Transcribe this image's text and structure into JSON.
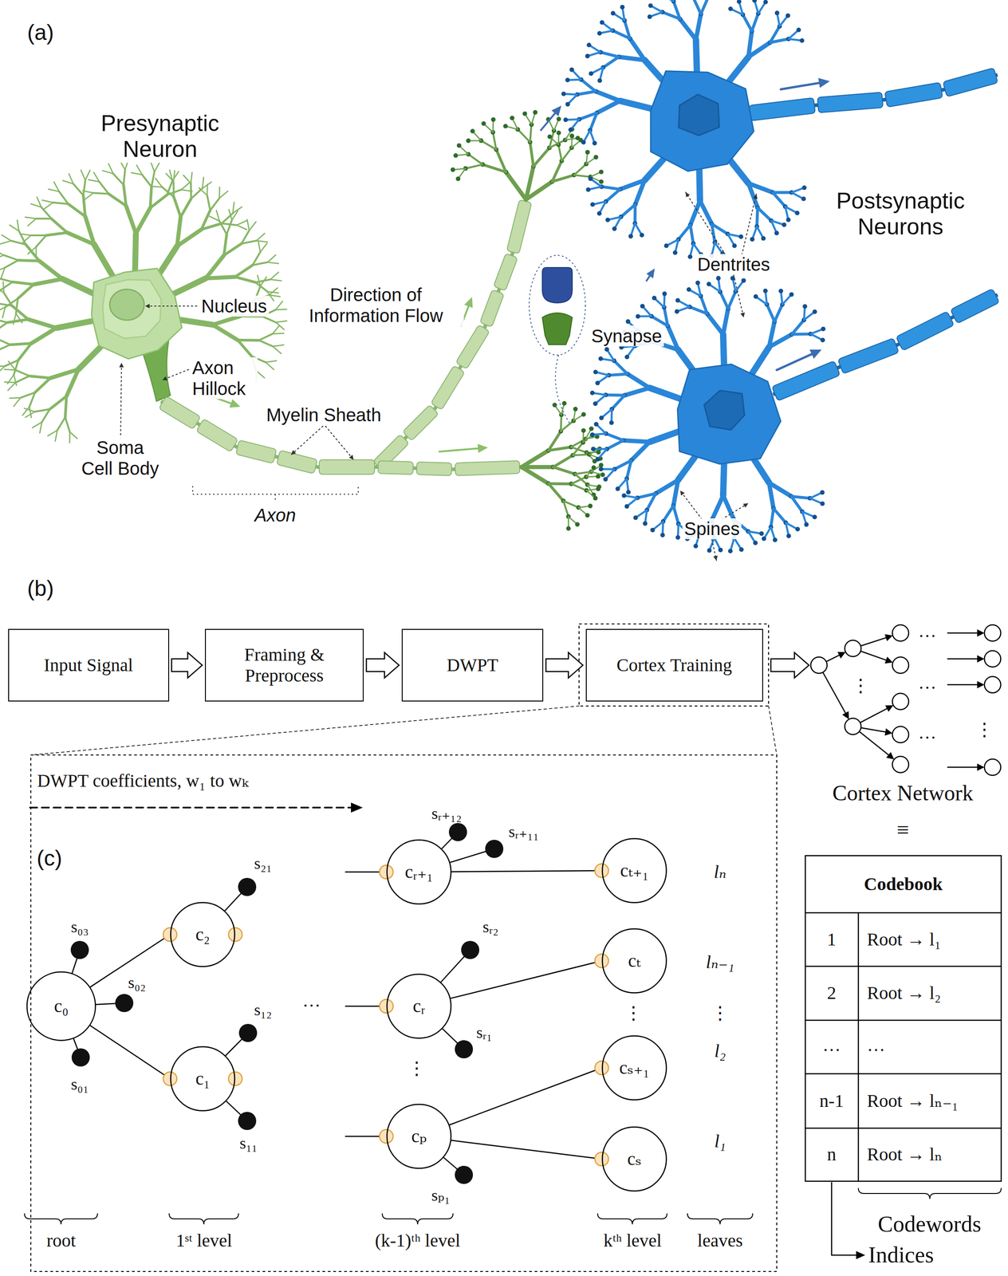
{
  "diagram": {
    "nodes": [
      {
        "text": [
          "Input Signal"
        ]
      },
      {
        "text": [
          "Framing & Preprocess"
        ]
      },
      {
        "text": [
          "DWPT"
        ]
      },
      {
        "text": [
          "Cortex Training"
        ]
      },
      {
        "text": [
          "c₀"
        ]
      },
      {
        "text": [
          "c₂"
        ]
      },
      {
        "text": [
          "c₁"
        ]
      },
      {
        "text": [
          "cᵣ₊₁"
        ]
      },
      {
        "text": [
          "cᵣ"
        ]
      },
      {
        "text": [
          "cₚ"
        ]
      },
      {
        "text": [
          "cₜ₊₁"
        ]
      },
      {
        "text": [
          "cₜ"
        ]
      },
      {
        "text": [
          "cₛ₊₁"
        ]
      },
      {
        "text": [
          "cₛ"
        ]
      }
    ],
    "edges": [
      {
        "from": 0,
        "to": 1,
        "arrow": "to"
      },
      {
        "from": 1,
        "to": 2,
        "arrow": "to"
      },
      {
        "from": 2,
        "to": 3,
        "arrow": "to"
      },
      {
        "from": 4,
        "to": 5,
        "arrow": "none"
      },
      {
        "from": 4,
        "to": 6,
        "arrow": "none"
      },
      {
        "from": 7,
        "to": 10,
        "arrow": "none"
      },
      {
        "from": 8,
        "to": 11,
        "arrow": "none"
      },
      {
        "from": 9,
        "to": 12,
        "arrow": "none"
      },
      {
        "from": 9,
        "to": 13,
        "arrow": "none"
      }
    ],
    "labels": [
      "(a)",
      "Presynaptic Neuron",
      "Nucleus",
      "Axon Hillock",
      "Direction of Information Flow",
      "Synapse",
      "Myelin Sheath",
      "Soma Cell Body",
      "Axon",
      "Dentrites",
      "Postsynaptic Neurons",
      "Spines",
      "(b)",
      "…",
      "…",
      "…",
      "⋮",
      "⋮",
      "Cortex Network",
      "≡",
      "Codebook",
      "1",
      "Root → l₁",
      "2",
      "Root → l₂",
      "…",
      "…",
      "n-1",
      "Root → lₙ₋₁",
      "n",
      "Root → lₙ",
      "Codewords",
      "Indices",
      "DWPT coefficients, w₁ to wₖ",
      "(c)",
      "s₀₃",
      "s₀₂",
      "s₀₁",
      "s₂₁",
      "s₁₂",
      "s₁₁",
      "sᵣ₊₁₂",
      "sᵣ₊₁₁",
      "sᵣ₂",
      "sᵣ₁",
      "sₚ₁",
      "…",
      "⋮",
      "⋮",
      "lₙ",
      "lₙ₋₁",
      "⋮",
      "l₂",
      "l₁",
      "root",
      "1ˢᵗ level",
      "(k-1)ᵗʰ level",
      "kᵗʰ level",
      "leaves"
    ]
  }
}
